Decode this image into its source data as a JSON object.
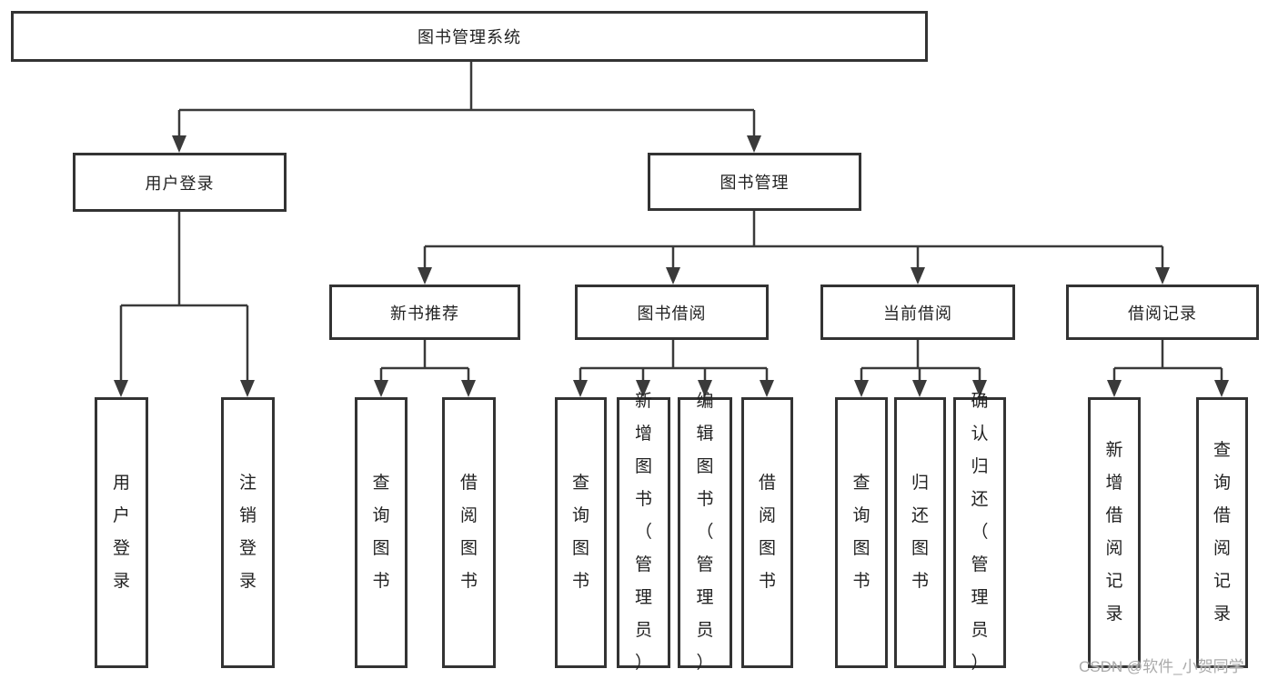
{
  "diagram": {
    "nodes": {
      "root": "图书管理系统",
      "user_login": "用户登录",
      "book_mgmt": "图书管理",
      "new_book_rec": "新书推荐",
      "book_borrow": "图书借阅",
      "current_borrow": "当前借阅",
      "borrow_records": "借阅记录",
      "leaf_user_login": "用户登录",
      "leaf_logout": "注销登录",
      "leaf_query_book_rec": "查询图书",
      "leaf_borrow_book_rec": "借阅图书",
      "leaf_query_book_borrow": "查询图书",
      "leaf_add_book_admin": "新增图书（管理员）",
      "leaf_edit_book_admin": "编辑图书（管理员）",
      "leaf_borrow_book_borrow": "借阅图书",
      "leaf_query_book_current": "查询图书",
      "leaf_return_book": "归还图书",
      "leaf_confirm_return_admin": "确认归还（管理员）",
      "leaf_add_borrow_record": "新增借阅记录",
      "leaf_query_borrow_record": "查询借阅记录"
    },
    "colors": {
      "line": "#3a3a3a",
      "border": "#333333",
      "text": "#222222",
      "watermark": "#aaaaaa"
    },
    "watermark": "CSDN @软件_小贺同学"
  }
}
